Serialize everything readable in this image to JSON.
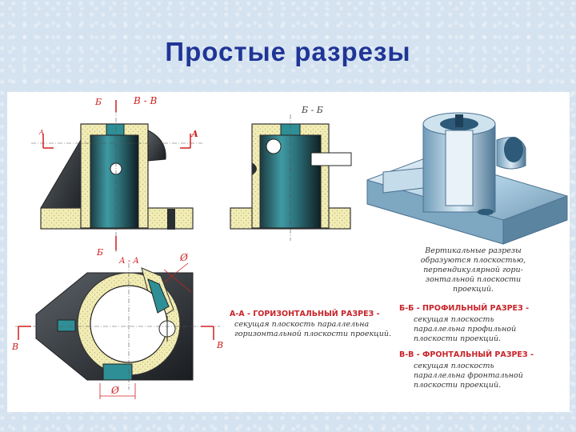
{
  "slide": {
    "title": "Простые разрезы"
  },
  "labels": {
    "b_top_left": "Б",
    "vv_top": "В - В",
    "a_left": "A",
    "a_right": "А",
    "b_bottom": "Б",
    "bb_top": "Б - Б",
    "aa_label": "А - А",
    "diam_top": "Ø",
    "diam_bottom": "Ø",
    "v_left": "В",
    "v_right": "В"
  },
  "captions": {
    "vertical_note": "Вертикальные разрезы образуются плоскостью, перпендикулярной гори- зонтальной плоскости проекций.",
    "aa": {
      "heading": "А-А - ГОРИЗОНТАЛЬНЫЙ РАЗРЕЗ -",
      "text": "секущая плоскость параллельна горизонтальной плоскости проекций."
    },
    "bb": {
      "heading": "Б-Б - ПРОФИЛЬНЫЙ РАЗРЕЗ -",
      "text": "секущая плоскость параллельна профильной плоскости проекций."
    },
    "vv": {
      "heading": "В-В - ФРОНТАЛЬНЫЙ РАЗРЕЗ -",
      "text": "секущая плоскость параллельна фронтальной плоскости проекций."
    }
  },
  "colors": {
    "title": "#1f3596",
    "hatch": "#f1ecb4",
    "red": "#d02020",
    "heading_red": "#c8242a",
    "teal": "#2e7d86",
    "dark": "#2a2f33"
  }
}
